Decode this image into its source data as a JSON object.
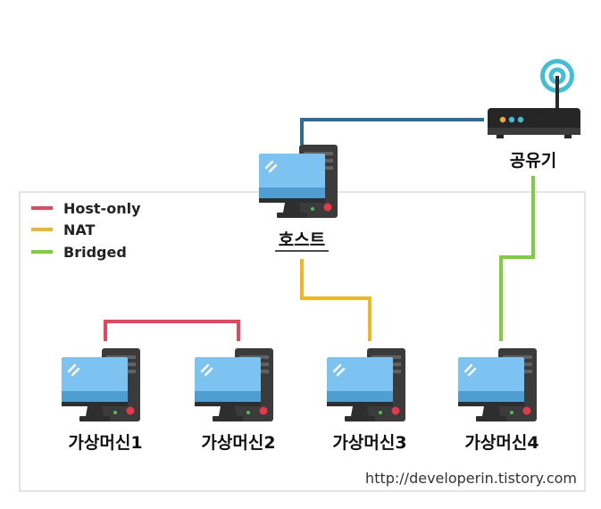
{
  "legend": [
    {
      "label": "Host-only",
      "color": "#e8455f"
    },
    {
      "label": "NAT",
      "color": "#f0b623"
    },
    {
      "label": "Bridged",
      "color": "#7dcf3c"
    }
  ],
  "nodes": {
    "router": {
      "label": "공유기",
      "icon": "router-icon"
    },
    "host": {
      "label": "호스트",
      "icon": "desktop-computer-icon"
    },
    "vm1": {
      "label": "가상머신1",
      "icon": "desktop-computer-icon"
    },
    "vm2": {
      "label": "가상머신2",
      "icon": "desktop-computer-icon"
    },
    "vm3": {
      "label": "가상머신3",
      "icon": "desktop-computer-icon"
    },
    "vm4": {
      "label": "가상머신4",
      "icon": "desktop-computer-icon"
    }
  },
  "connections": [
    {
      "from": "host",
      "to": "router",
      "color": "#2e6d93"
    },
    {
      "from": "vm1",
      "to": "vm2",
      "type": "Host-only"
    },
    {
      "from": "host",
      "to": "vm3",
      "type": "NAT"
    },
    {
      "from": "router",
      "to": "vm4",
      "type": "Bridged"
    }
  ],
  "watermark": "http://developerin.tistory.com"
}
